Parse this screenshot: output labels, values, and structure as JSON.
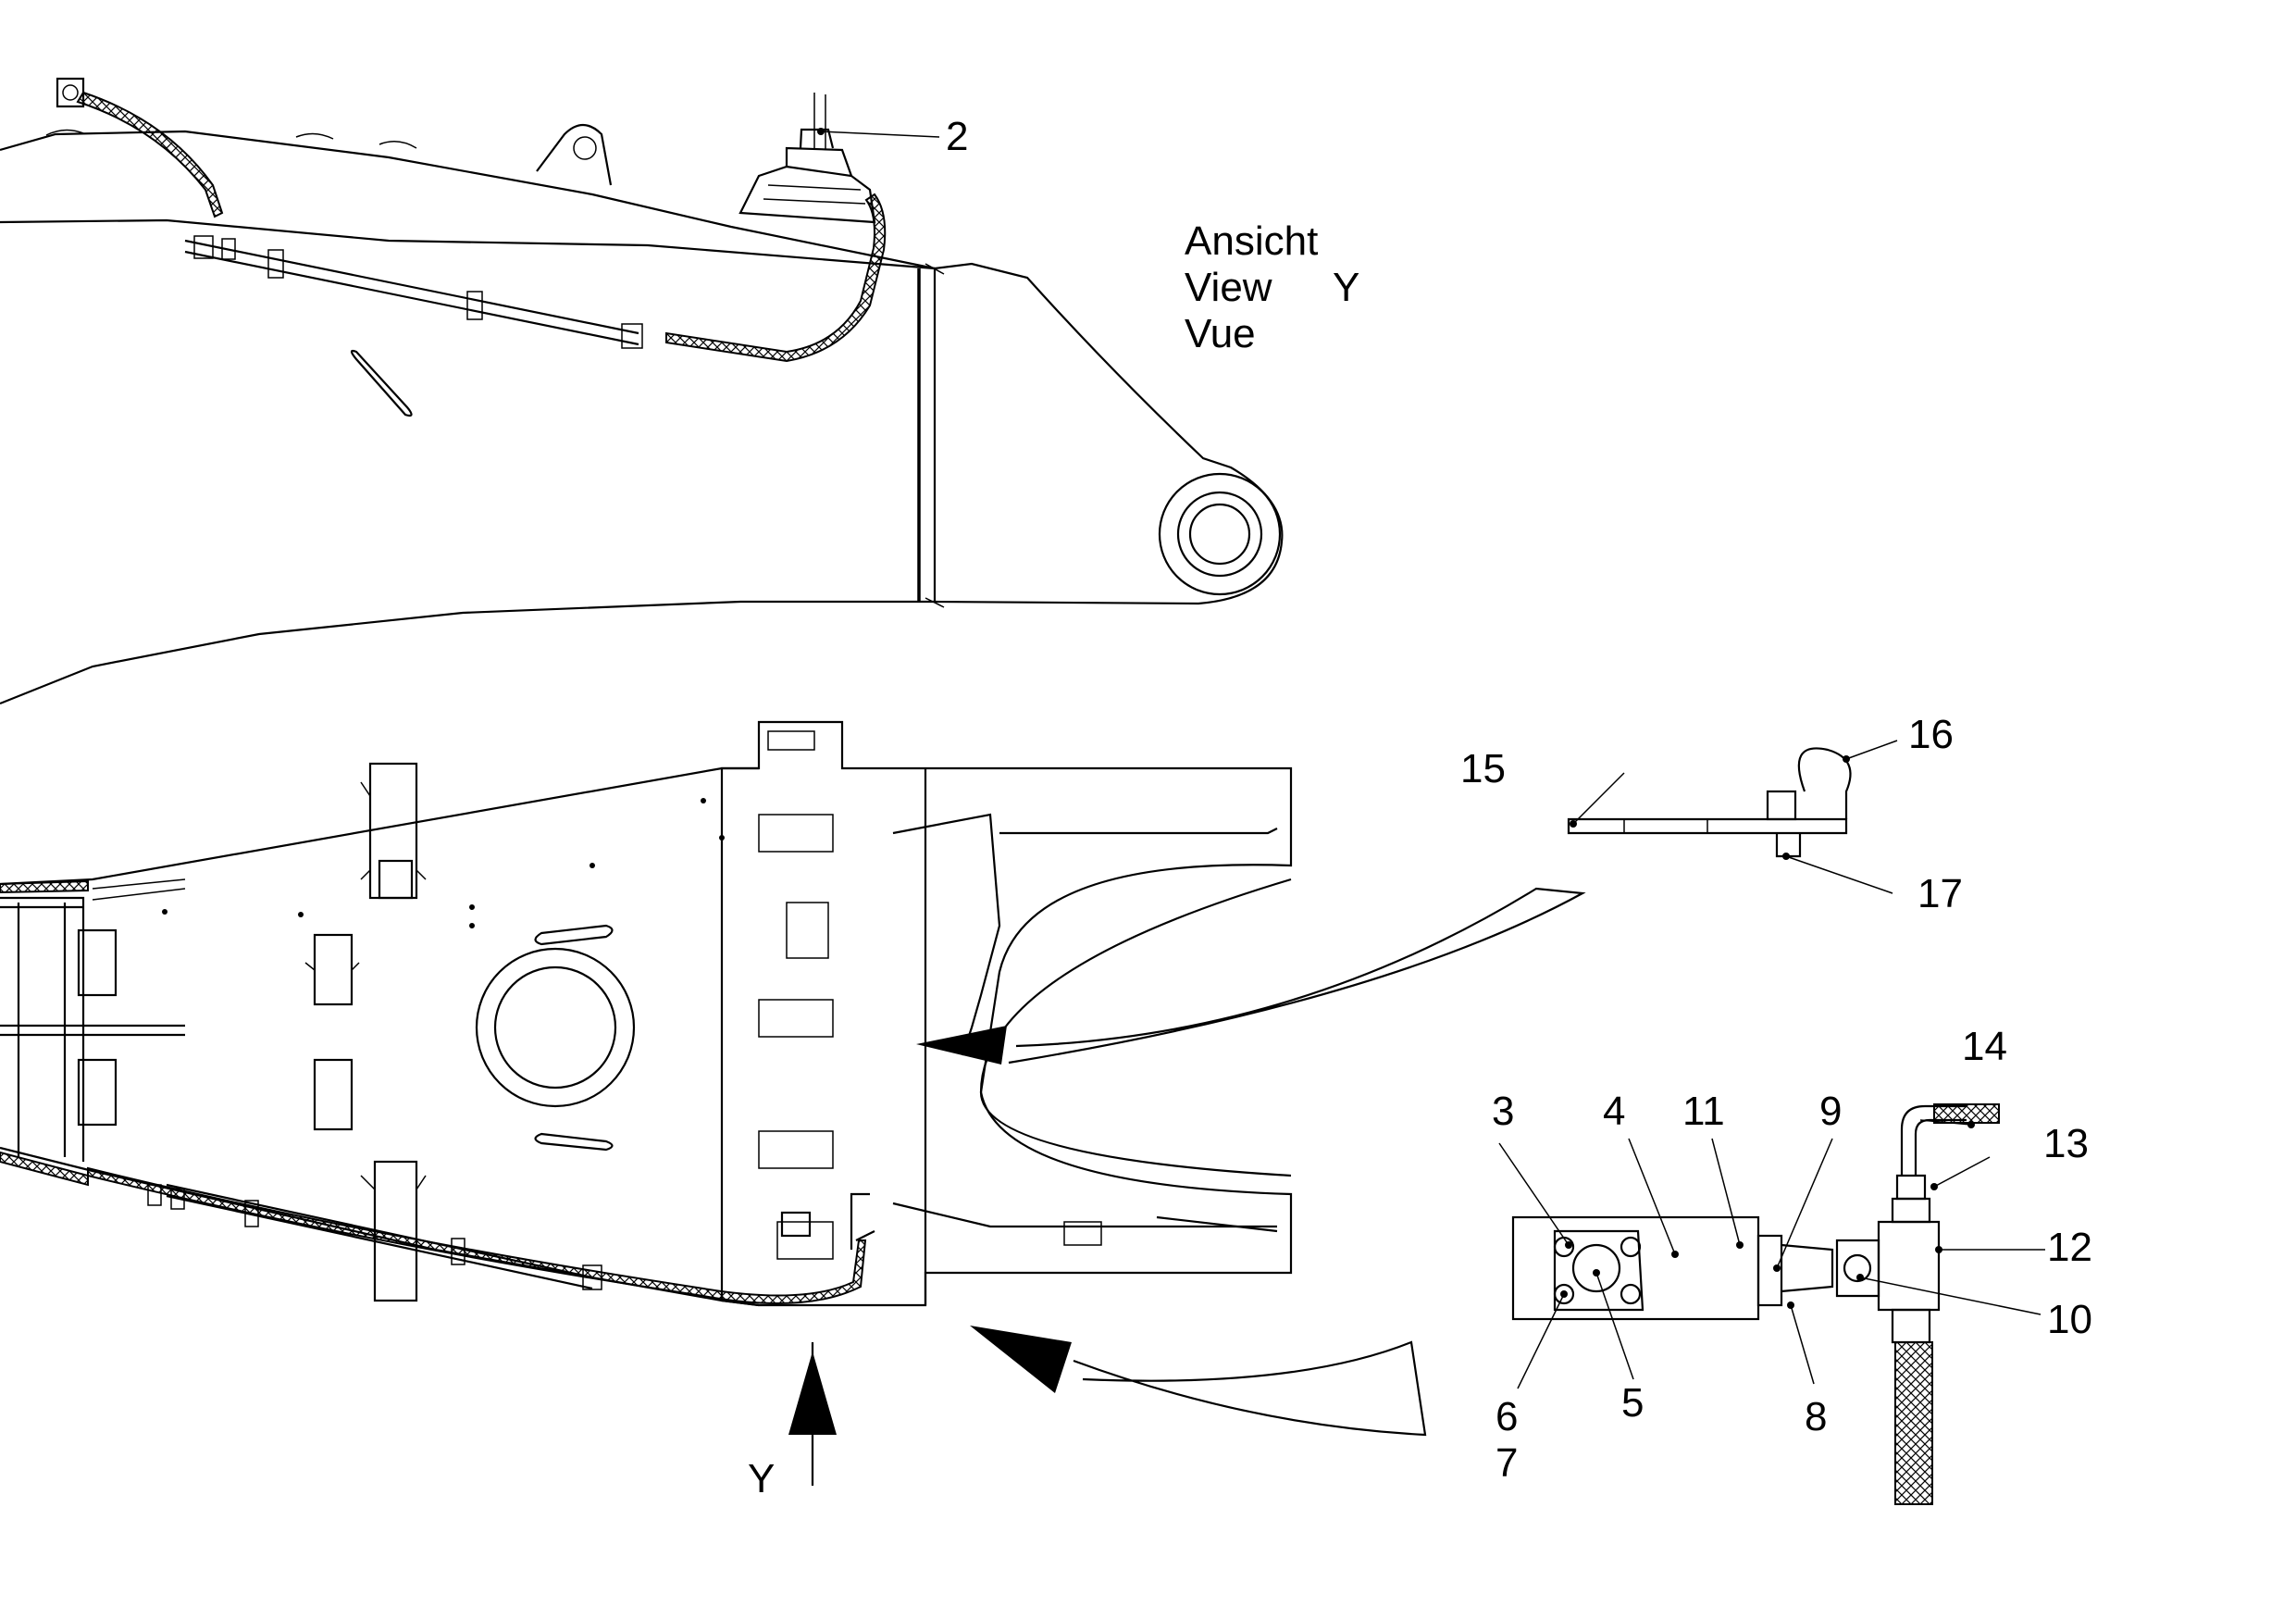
{
  "view": {
    "ansicht": "Ansicht",
    "view": "View",
    "vue": "Vue",
    "letter": "Y"
  },
  "arrow_y_label": "Y",
  "callouts": [
    {
      "id": "c2",
      "text": "2"
    },
    {
      "id": "c3",
      "text": "3"
    },
    {
      "id": "c4",
      "text": "4"
    },
    {
      "id": "c5",
      "text": "5"
    },
    {
      "id": "c6",
      "text": "6"
    },
    {
      "id": "c7",
      "text": "7"
    },
    {
      "id": "c8",
      "text": "8"
    },
    {
      "id": "c9",
      "text": "9"
    },
    {
      "id": "c10",
      "text": "10"
    },
    {
      "id": "c11",
      "text": "11"
    },
    {
      "id": "c12",
      "text": "12"
    },
    {
      "id": "c13",
      "text": "13"
    },
    {
      "id": "c14",
      "text": "14"
    },
    {
      "id": "c15",
      "text": "15"
    },
    {
      "id": "c16",
      "text": "16"
    },
    {
      "id": "c17",
      "text": "17"
    }
  ]
}
